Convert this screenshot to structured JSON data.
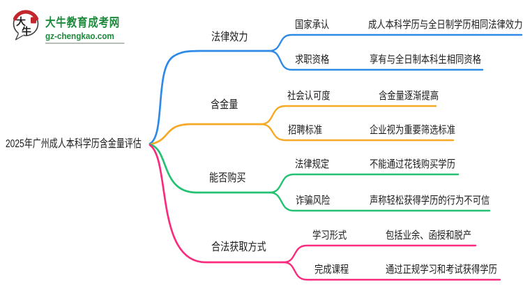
{
  "logo": {
    "title": "大牛教育成考网",
    "subtitle": "gz-chengkao.com",
    "icon_char_top": "大",
    "icon_char_bottom": "牛",
    "brand_green": "#1d8a3c",
    "seal_red": "#c3272e"
  },
  "root": {
    "label": "2025年广州成人本科学历含金量评估"
  },
  "branches": [
    {
      "label": "法律效力",
      "color": "#2E8AE6",
      "children": [
        {
          "label": "国家承认",
          "detail": "成人本科学历与全日制学历相同法律效力"
        },
        {
          "label": "求职资格",
          "detail": "享有与全日制本科生相同资格"
        }
      ]
    },
    {
      "label": "含金量",
      "color": "#F7A824",
      "children": [
        {
          "label": "社会认可度",
          "detail": "含金量逐渐提高"
        },
        {
          "label": "招聘标准",
          "detail": "企业视为重要筛选标准"
        }
      ]
    },
    {
      "label": "能否购买",
      "color": "#23C272",
      "children": [
        {
          "label": "法律规定",
          "detail": "不能通过花钱购买学历"
        },
        {
          "label": "诈骗风险",
          "detail": "声称轻松获得学历的行为不可信"
        }
      ]
    },
    {
      "label": "合法获取方式",
      "color": "#FA2B7E",
      "children": [
        {
          "label": "学习形式",
          "detail": "包括业余、函授和脱产"
        },
        {
          "label": "完成课程",
          "detail": "通过正规学习和考试获得学历"
        }
      ]
    }
  ]
}
